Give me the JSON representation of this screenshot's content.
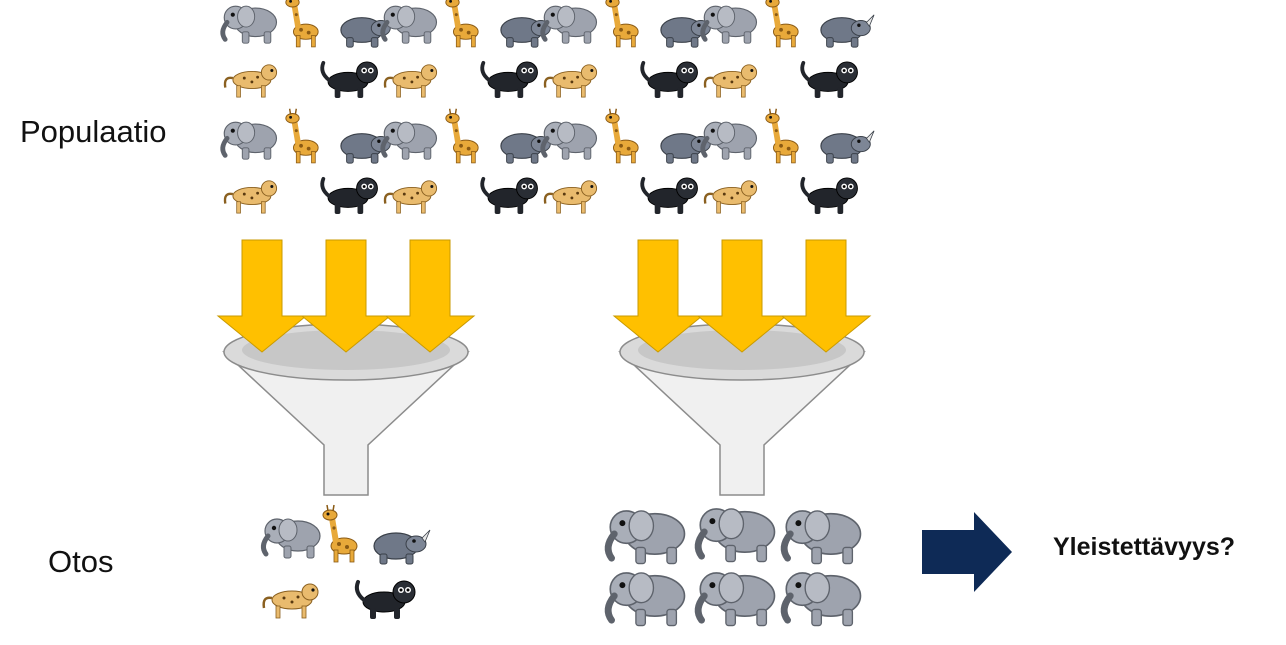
{
  "labels": {
    "population": "Populaatio",
    "sample": "Otos",
    "question": "Yleistettävyys?"
  },
  "colors": {
    "arrow_fill": "#FFC000",
    "arrow_stroke": "#C99A00",
    "funnel_fill": "#F0F0F0",
    "funnel_stroke": "#8C8C8C",
    "result_arrow": "#0E2A56",
    "elephant": "#9EA3AE",
    "giraffe": "#E8A93A",
    "rhino": "#6F7888",
    "cheetah": "#E9BB6E",
    "panther": "#22252B"
  },
  "animals": {
    "population_tile": [
      "elephant-icon",
      "giraffe-icon",
      "rhino-icon",
      "cheetah-icon",
      "panther-icon"
    ],
    "sample_left": [
      "elephant-icon",
      "giraffe-icon",
      "rhino-icon",
      "cheetah-icon",
      "panther-icon"
    ],
    "sample_right": [
      "elephant-icon",
      "elephant-icon",
      "elephant-icon",
      "elephant-icon",
      "elephant-icon",
      "elephant-icon"
    ]
  }
}
